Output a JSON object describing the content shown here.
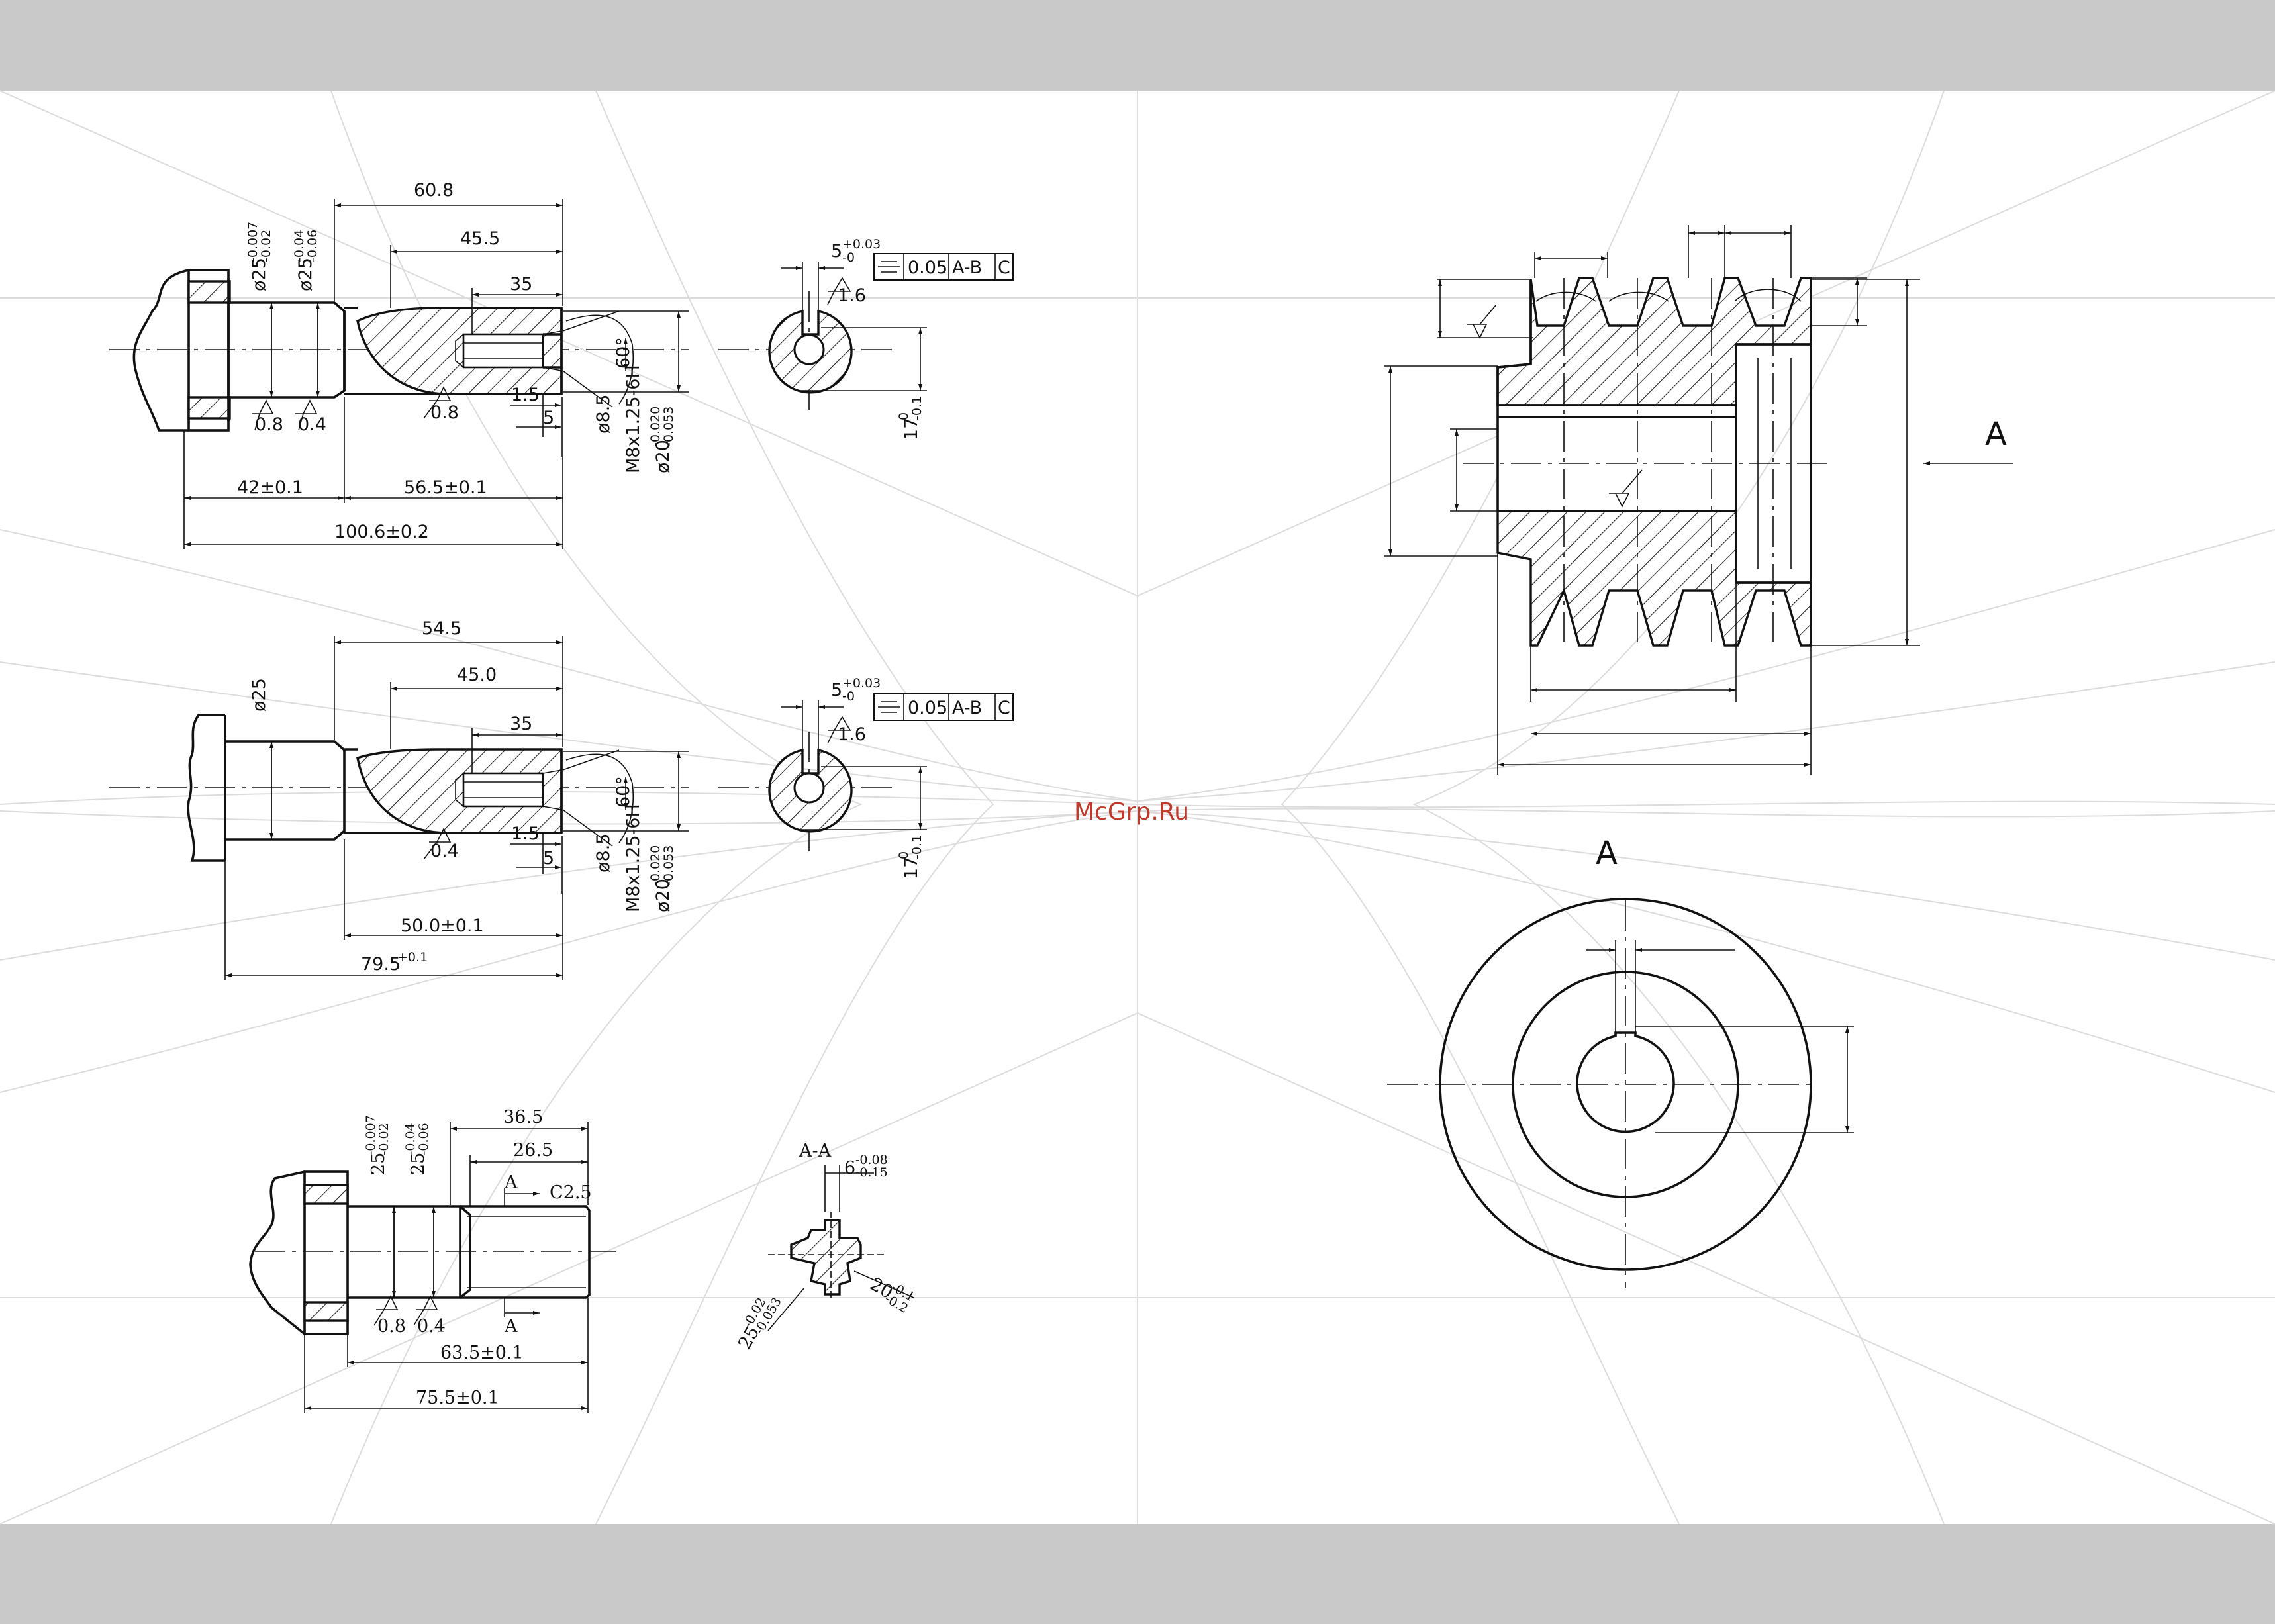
{
  "watermark": "McGrp.Ru",
  "shaft1": {
    "d_top": "60.8",
    "d_455": "45.5",
    "d_35": "35",
    "tol_a_main": "ø25",
    "tol_a_up": "-0.007",
    "tol_a_lo": "-0.02",
    "tol_b_main": "ø25",
    "tol_b_up": "-0.04",
    "tol_b_lo": "-0.06",
    "r08": "0.8",
    "r04": "0.4",
    "r08b": "0.8",
    "d15": "1.5",
    "d5": "5",
    "a60": "60°",
    "d85": "ø8.5",
    "thread": "M8x1.25-6H",
    "d20": "ø20",
    "d20_up": "-0.020",
    "d20_lo": "-0.053",
    "d42": "42±0.1",
    "d565": "56.5±0.1",
    "d1006": "100.6±0.2"
  },
  "section1": {
    "key_w": "5",
    "key_tol_up": "+0.03",
    "key_tol_lo": "-0",
    "fcf_tol": "0.05",
    "fcf_datum": "A-B",
    "fcf_datum2": "C",
    "rough": "1.6",
    "depth": "17",
    "depth_up": "0",
    "depth_lo": "-0.1"
  },
  "shaft2": {
    "d_top": "54.5",
    "d_45": "45.0",
    "d_35": "35",
    "d25": "ø25",
    "r04": "0.4",
    "d15": "1.5",
    "d5": "5",
    "a60": "60°",
    "d85": "ø8.5",
    "thread": "M8x1.25-6H",
    "d20": "ø20",
    "d20_up": "-0.020",
    "d20_lo": "-0.053",
    "d50": "50.0±0.1",
    "d795": "79.5",
    "d795_tol": "+0.1"
  },
  "section2": {
    "key_w": "5",
    "key_tol_up": "+0.03",
    "key_tol_lo": "-0",
    "fcf_tol": "0.05",
    "fcf_datum": "A-B",
    "fcf_datum2": "C",
    "rough": "1.6",
    "depth": "17",
    "depth_up": "0",
    "depth_lo": "-0.1"
  },
  "shaft3": {
    "d365": "36.5",
    "d265": "26.5",
    "tol_a_main": "25",
    "tol_a_up": "-0.007",
    "tol_a_lo": "-0.02",
    "tol_b_main": "25",
    "tol_b_up": "-0.04",
    "tol_b_lo": "-0.06",
    "sec_mark_top": "A",
    "sec_mark_bot": "A",
    "chamfer": "C2.5",
    "r08": "0.8",
    "r04": "0.4",
    "d635": "63.5±0.1",
    "d755": "75.5±0.1"
  },
  "section3": {
    "title": "A-A",
    "w6": "6",
    "w6_up": "-0.08",
    "w6_lo": "-0.15",
    "d20": "20",
    "d20_up": "-0.1",
    "d20_lo": "-0.2",
    "d25": "25",
    "d25_up": "-0.02",
    "d25_lo": "-0.053"
  },
  "pulley": {
    "view_arrow_label": "A",
    "view_label": "A"
  }
}
